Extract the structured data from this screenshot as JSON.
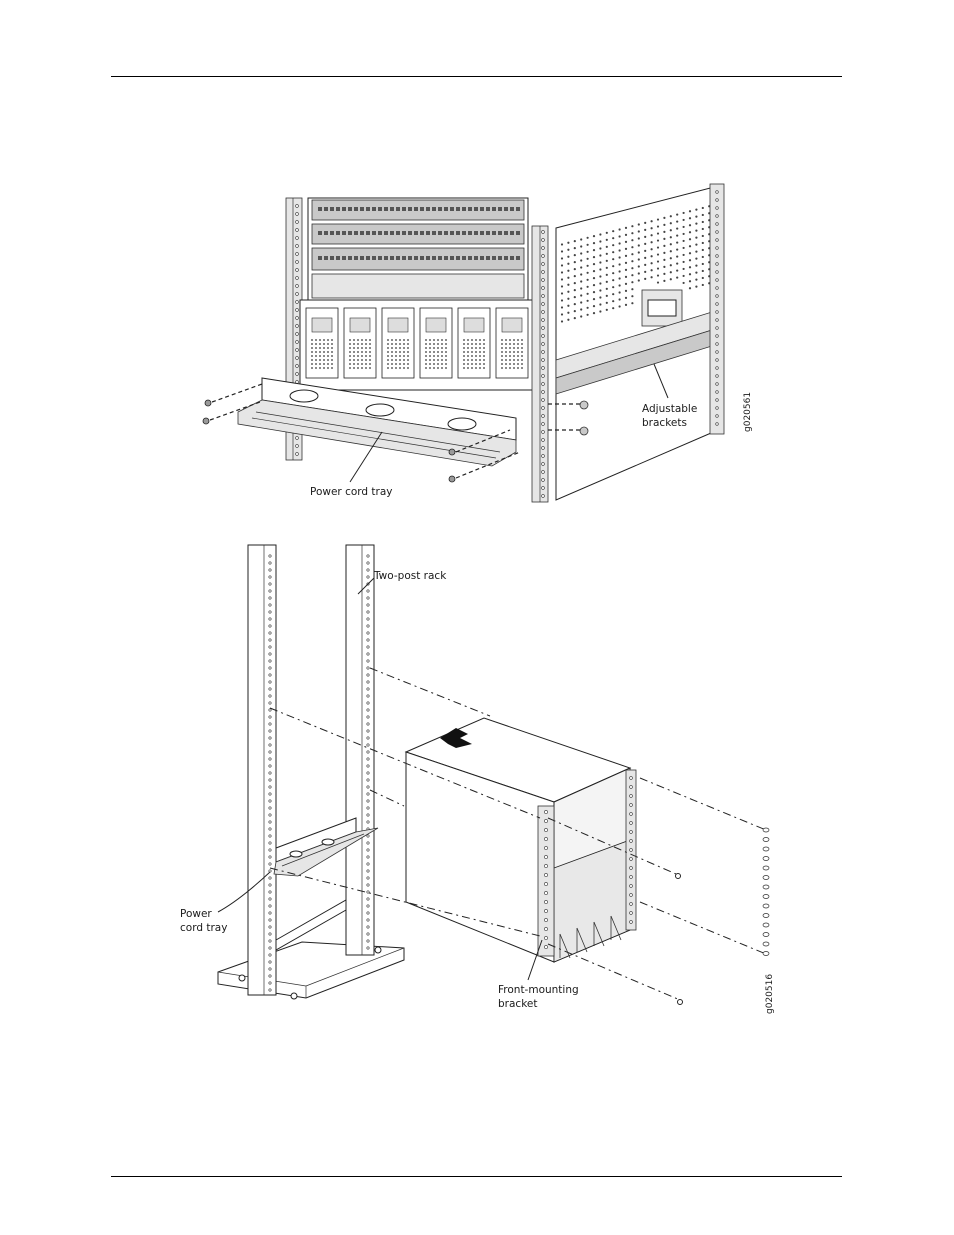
{
  "figure_top": {
    "callouts": {
      "power_cord_tray": "Power cord tray",
      "adjustable_brackets_line1": "Adjustable",
      "adjustable_brackets_line2": "brackets"
    },
    "figure_id": "g020561"
  },
  "figure_bottom": {
    "callouts": {
      "two_post_rack": "Two-post rack",
      "power_cord_tray_line1": "Power",
      "power_cord_tray_line2": "cord tray",
      "front_mounting_bracket_line1": "Front-mounting",
      "front_mounting_bracket_line2": "bracket"
    },
    "figure_id": "g020516"
  }
}
